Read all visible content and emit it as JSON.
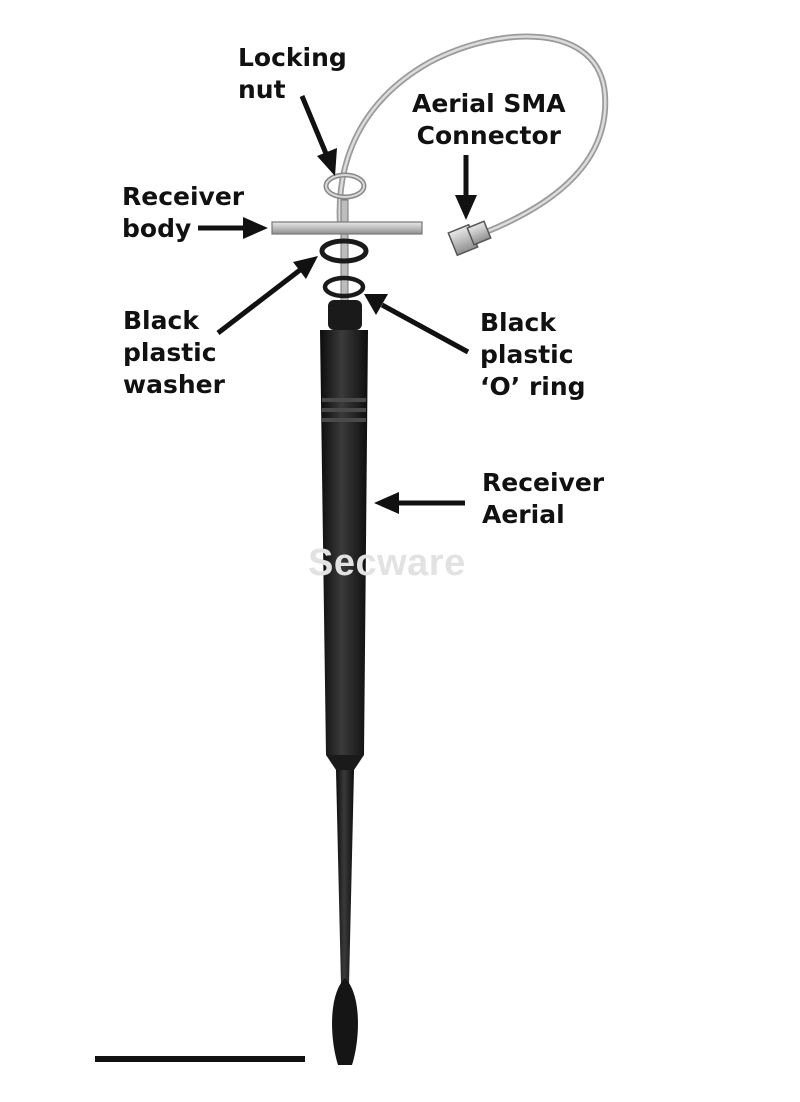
{
  "labels": {
    "locking_nut": [
      "Locking",
      "nut"
    ],
    "aerial_sma": [
      "Aerial SMA",
      "Connector"
    ],
    "receiver_body": [
      "Receiver",
      "body"
    ],
    "black_washer": [
      "Black",
      "plastic",
      "washer"
    ],
    "black_oring": [
      "Black",
      "plastic",
      "‘O’ ring"
    ],
    "receiver_aerial": [
      "Receiver",
      "Aerial"
    ]
  },
  "watermark": "Secware",
  "colors": {
    "ink": "#111111",
    "aerial": "#1e1e1e",
    "cable": "#b8b8b8",
    "metal": "#c9c9c9",
    "watermark": "#e2e2e2"
  }
}
